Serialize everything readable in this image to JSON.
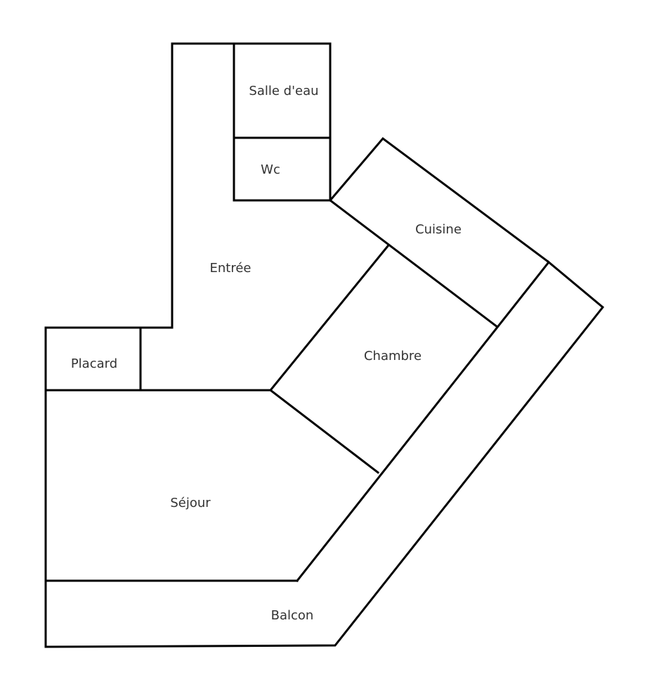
{
  "rooms": {
    "salle_deau": "Salle d'eau",
    "wc": "Wc",
    "entree": "Entrée",
    "cuisine": "Cuisine",
    "placard": "Placard",
    "chambre": "Chambre",
    "sejour": "Séjour",
    "balcon": "Balcon"
  }
}
